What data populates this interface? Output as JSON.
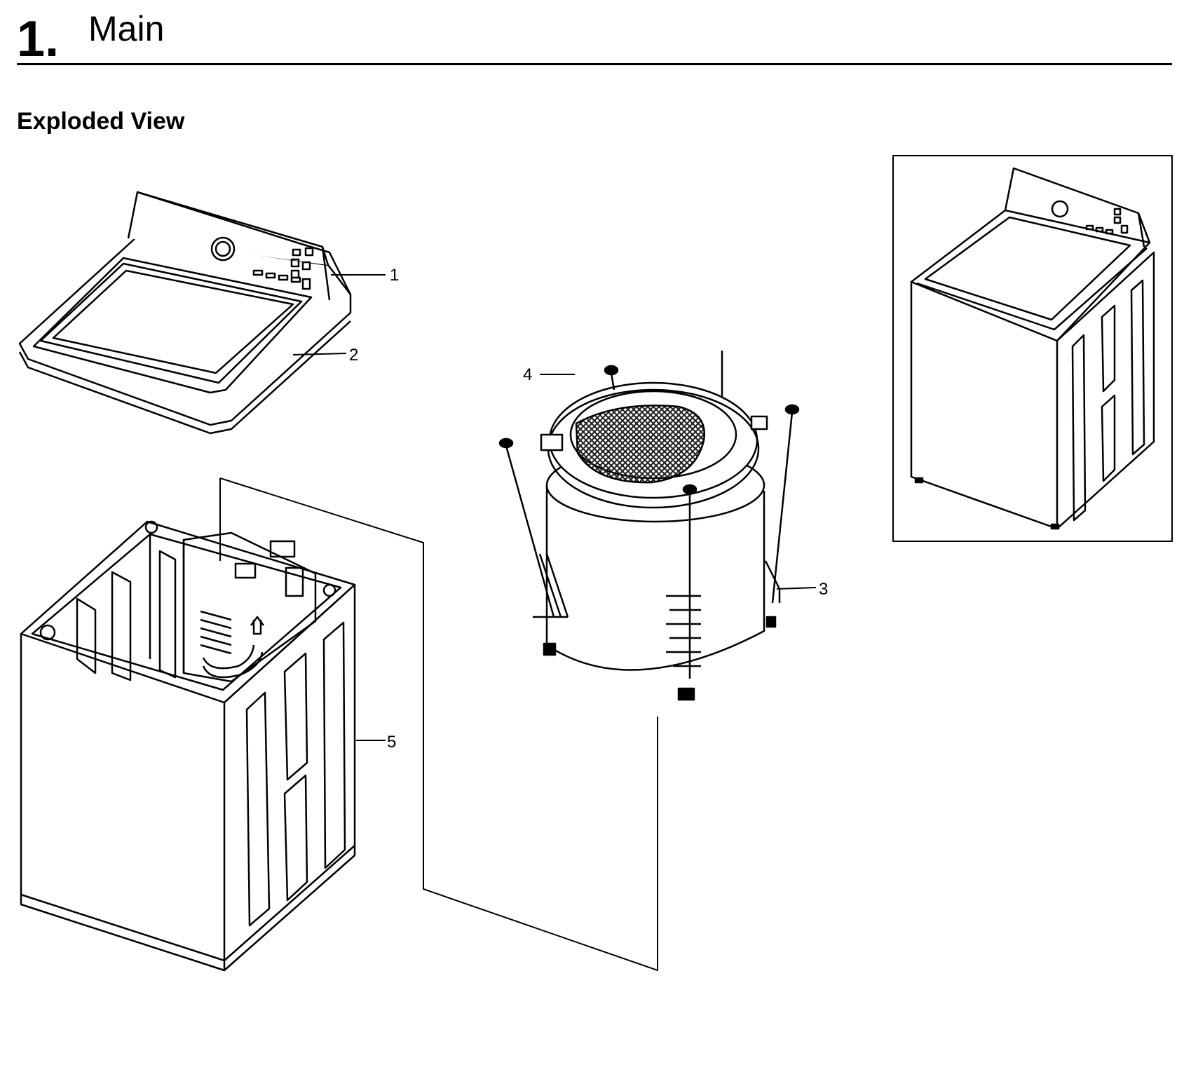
{
  "header": {
    "section_number": "1.",
    "section_title": "Main"
  },
  "sub_heading": "Exploded View",
  "callouts": [
    {
      "label": "1",
      "part": "control-panel"
    },
    {
      "label": "2",
      "part": "top-cover-lid"
    },
    {
      "label": "3",
      "part": "suspension-rod"
    },
    {
      "label": "4",
      "part": "tub-assembly"
    },
    {
      "label": "5",
      "part": "cabinet"
    }
  ],
  "colors": {
    "line": "#000000",
    "background": "#ffffff",
    "mesh": "#1a1a1a"
  }
}
